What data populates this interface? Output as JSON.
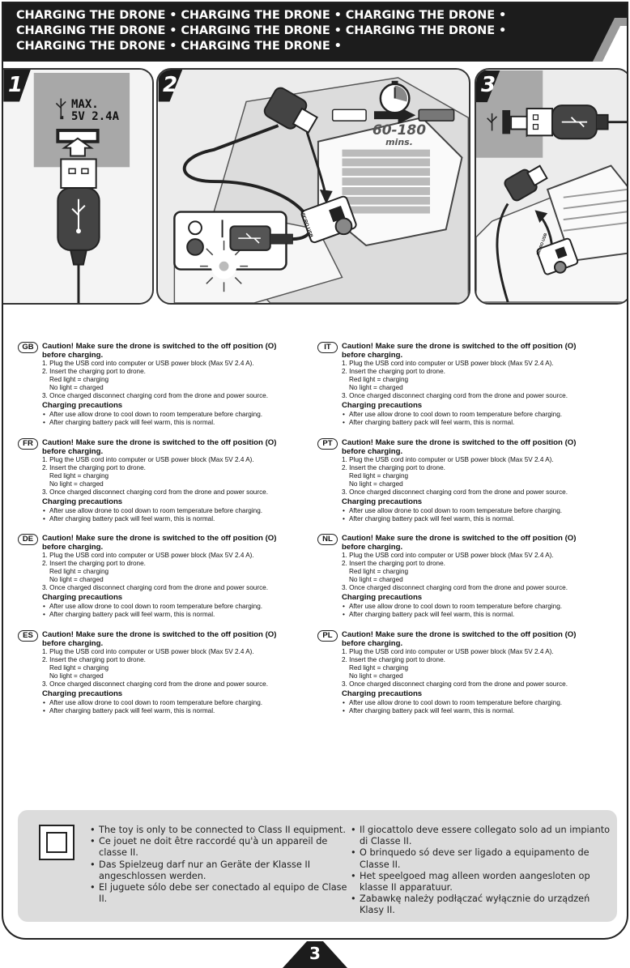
{
  "header": {
    "lines": [
      "CHARGING THE DRONE • CHARGING THE DRONE • CHARGING THE DRONE •",
      "CHARGING THE DRONE • CHARGING THE DRONE • CHARGING THE DRONE •",
      "CHARGING THE DRONE • CHARGING THE DRONE •"
    ]
  },
  "steps": {
    "one": {
      "number": "1",
      "max_label_1": "MAX.",
      "max_label_2": "5V 2.4A"
    },
    "two": {
      "number": "2",
      "time_value": "60-180",
      "time_unit": "mins.",
      "port_label": "MICRO USB"
    },
    "three": {
      "number": "3",
      "port_label": "MICRO USB"
    }
  },
  "sections": [
    {
      "code": "GB",
      "caution": "Caution! Make sure the drone is switched to the off position (O)",
      "caution2": "before charging.",
      "s1": "1. Plug the USB cord into computer or USB power block (Max 5V 2.4 A).",
      "s2": "2. Insert the charging port to drone.",
      "red": "Red light = charging",
      "none": "No light = charged",
      "s3": "3. Once charged disconnect charging cord from the drone and power source.",
      "prec": "Charging precautions",
      "b1": "After use allow drone to cool down to room temperature before charging.",
      "b2": "After charging battery pack will feel warm, this is normal."
    },
    {
      "code": "FR",
      "caution": "Caution! Make sure the drone is switched to the off position (O)",
      "caution2": "before charging.",
      "s1": "1. Plug the USB cord into computer or USB power block (Max 5V 2.4 A).",
      "s2": "2. Insert the charging port to drone.",
      "red": "Red light = charging",
      "none": "No light = charged",
      "s3": "3. Once charged disconnect charging cord from the drone and power source.",
      "prec": "Charging precautions",
      "b1": "After use allow drone to cool down to room temperature before charging.",
      "b2": "After charging battery pack will feel warm, this is normal."
    },
    {
      "code": "DE",
      "caution": "Caution! Make sure the drone is switched to the off position (O)",
      "caution2": "before charging.",
      "s1": "1. Plug the USB cord into computer or USB power block (Max 5V 2.4 A).",
      "s2": "2. Insert the charging port to drone.",
      "red": "Red light = charging",
      "none": "No light = charged",
      "s3": "3. Once charged disconnect charging cord from the drone and power source.",
      "prec": "Charging precautions",
      "b1": "After use allow drone to cool down to room temperature before charging.",
      "b2": "After charging battery pack will feel warm, this is normal."
    },
    {
      "code": "ES",
      "caution": "Caution! Make sure the drone is switched to the off position (O)",
      "caution2": "before charging.",
      "s1": "1. Plug the USB cord into computer or USB power block (Max 5V 2.4 A).",
      "s2": "2. Insert the charging port to drone.",
      "red": "Red light = charging",
      "none": "No light = charged",
      "s3": "3. Once charged disconnect charging cord from the drone and power source.",
      "prec": "Charging precautions",
      "b1": "After use allow drone to cool down to room temperature before charging.",
      "b2": "After charging battery pack will feel warm, this is normal."
    },
    {
      "code": "IT",
      "caution": "Caution! Make sure the drone is switched to the off position (O)",
      "caution2": "before charging.",
      "s1": "1. Plug the USB cord into computer or USB power block (Max 5V 2.4 A).",
      "s2": "2. Insert the charging port to drone.",
      "red": "Red light = charging",
      "none": "No light = charged",
      "s3": "3. Once charged disconnect charging cord from the drone and power source.",
      "prec": "Charging precautions",
      "b1": "After use allow drone to cool down to room temperature before charging.",
      "b2": "After charging battery pack will feel warm, this is normal."
    },
    {
      "code": "PT",
      "caution": "Caution! Make sure the drone is switched to the off position (O)",
      "caution2": "before charging.",
      "s1": "1. Plug the USB cord into computer or USB power block (Max 5V 2.4 A).",
      "s2": "2. Insert the charging port to drone.",
      "red": "Red light = charging",
      "none": "No light = charged",
      "s3": "3. Once charged disconnect charging cord from the drone and power source.",
      "prec": "Charging precautions",
      "b1": "After use allow drone to cool down to room temperature before charging.",
      "b2": "After charging battery pack will feel warm, this is normal."
    },
    {
      "code": "NL",
      "caution": "Caution! Make sure the drone is switched to the off position (O)",
      "caution2": "before charging.",
      "s1": "1. Plug the USB cord into computer or USB power block (Max 5V 2.4 A).",
      "s2": "2. Insert the charging port to drone.",
      "red": "Red light = charging",
      "none": "No light = charged",
      "s3": "3. Once charged disconnect charging cord from the drone and power source.",
      "prec": "Charging precautions",
      "b1": "After use allow drone to cool down to room temperature before charging.",
      "b2": "After charging battery pack will feel warm, this is normal."
    },
    {
      "code": "PL",
      "caution": "Caution! Make sure the drone is switched to the off position (O)",
      "caution2": "before charging.",
      "s1": "1. Plug the USB cord into computer or USB power block (Max 5V 2.4 A).",
      "s2": "2. Insert the charging port to drone.",
      "red": "Red light = charging",
      "none": "No light = charged",
      "s3": "3. Once charged disconnect charging cord from the drone and power source.",
      "prec": "Charging precautions",
      "b1": "After use allow drone to cool down to room temperature before charging.",
      "b2": "After charging battery pack will feel warm, this is normal."
    }
  ],
  "notice": {
    "col1": [
      "The toy is only to be connected to Class II equipment.",
      "Ce jouet ne doit être raccordé qu'à un appareil de classe II.",
      "Das Spielzeug darf nur an Geräte der Klasse II angeschlossen werden.",
      "El juguete sólo debe ser conectado al equipo de Clase II."
    ],
    "col2": [
      "Il giocattolo deve essere collegato solo ad un impianto di Classe II.",
      "O brinquedo só deve ser ligado a equipamento de Classe II.",
      "Het speelgoed mag alleen worden aangesloten op klasse II apparatuur.",
      "Zabawkę należy podłączać wyłącznie do urządzeń Klasy II."
    ]
  },
  "page_number": "3"
}
